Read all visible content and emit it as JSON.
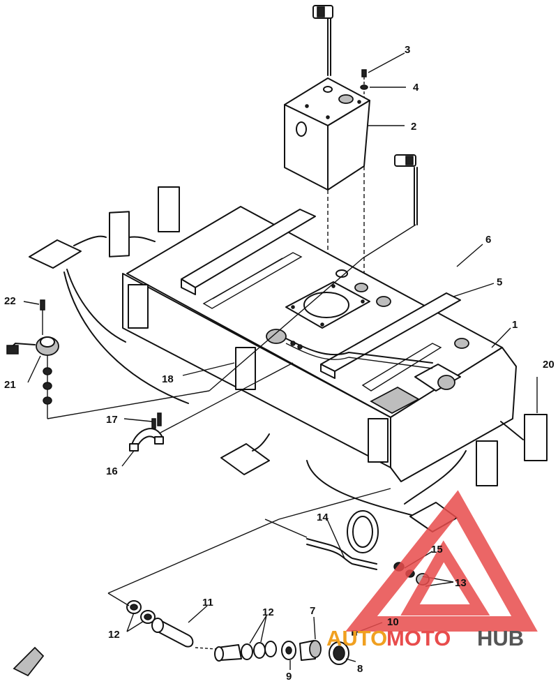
{
  "callouts": [
    {
      "id": "c1",
      "text": "1"
    },
    {
      "id": "c2",
      "text": "2"
    },
    {
      "id": "c3",
      "text": "3"
    },
    {
      "id": "c4",
      "text": "4"
    },
    {
      "id": "c5",
      "text": "5"
    },
    {
      "id": "c6",
      "text": "6"
    },
    {
      "id": "c7",
      "text": "7"
    },
    {
      "id": "c8",
      "text": "8"
    },
    {
      "id": "c9",
      "text": "9"
    },
    {
      "id": "c10",
      "text": "10"
    },
    {
      "id": "c11",
      "text": "11"
    },
    {
      "id": "c12a",
      "text": "12"
    },
    {
      "id": "c12b",
      "text": "12"
    },
    {
      "id": "c13",
      "text": "13"
    },
    {
      "id": "c14",
      "text": "14"
    },
    {
      "id": "c15",
      "text": "15"
    },
    {
      "id": "c16",
      "text": "16"
    },
    {
      "id": "c17",
      "text": "17"
    },
    {
      "id": "c18",
      "text": "18"
    },
    {
      "id": "c20",
      "text": "20"
    },
    {
      "id": "c21",
      "text": "21"
    },
    {
      "id": "c22",
      "text": "22"
    }
  ],
  "watermark": {
    "part1": "AUTO",
    "part2": "MOTO",
    "part3": "HUB",
    "color_red": "#e84c4c",
    "color_orange": "#f0a020",
    "color_gray": "#555555"
  }
}
